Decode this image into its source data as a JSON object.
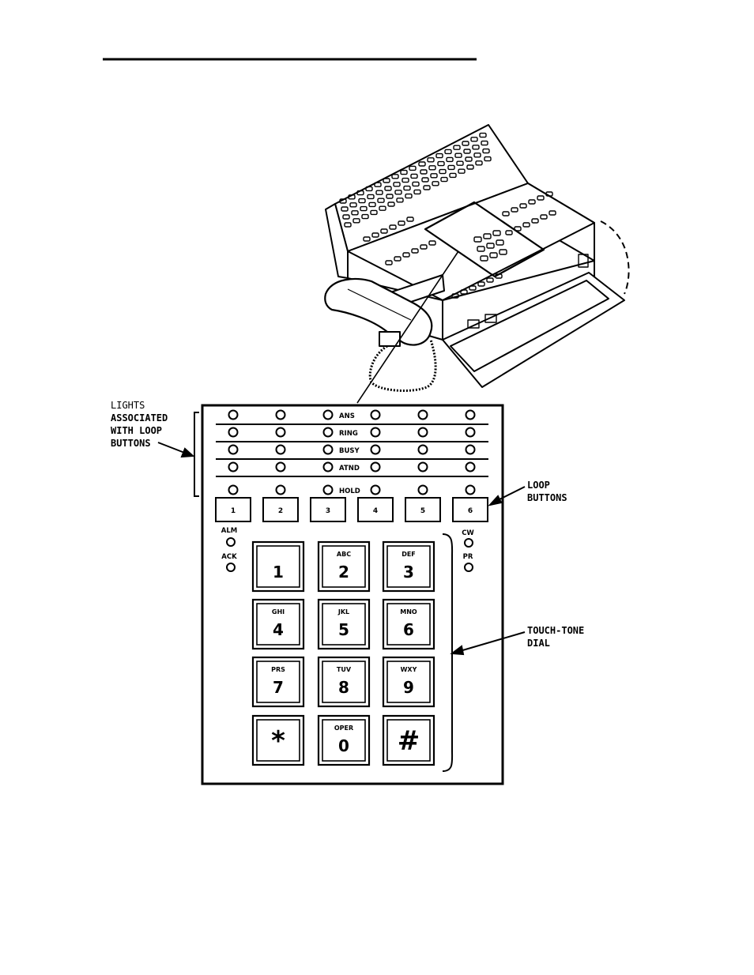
{
  "diagram": {
    "callouts": {
      "lights_line1": "LIGHTS",
      "lights_line2": "ASSOCIATED",
      "lights_line3": "WITH LOOP",
      "lights_line4": "BUTTONS",
      "loop_line1": "LOOP",
      "loop_line2": "BUTTONS",
      "dial_line1": "TOUCH-TONE",
      "dial_line2": "DIAL"
    },
    "lamp_rows": [
      "ANS",
      "RING",
      "BUSY",
      "ATND",
      "HOLD"
    ],
    "loop_buttons": [
      "1",
      "2",
      "3",
      "4",
      "5",
      "6"
    ],
    "left_indicators": [
      "ALM",
      "ACK"
    ],
    "right_indicators": [
      "CW",
      "PR"
    ],
    "keypad": [
      {
        "letters": "",
        "digit": "1"
      },
      {
        "letters": "ABC",
        "digit": "2"
      },
      {
        "letters": "DEF",
        "digit": "3"
      },
      {
        "letters": "GHI",
        "digit": "4"
      },
      {
        "letters": "JKL",
        "digit": "5"
      },
      {
        "letters": "MNO",
        "digit": "6"
      },
      {
        "letters": "PRS",
        "digit": "7"
      },
      {
        "letters": "TUV",
        "digit": "8"
      },
      {
        "letters": "WXY",
        "digit": "9"
      },
      {
        "letters": "",
        "digit": "*"
      },
      {
        "letters": "OPER",
        "digit": "0"
      },
      {
        "letters": "",
        "digit": "#"
      }
    ]
  }
}
